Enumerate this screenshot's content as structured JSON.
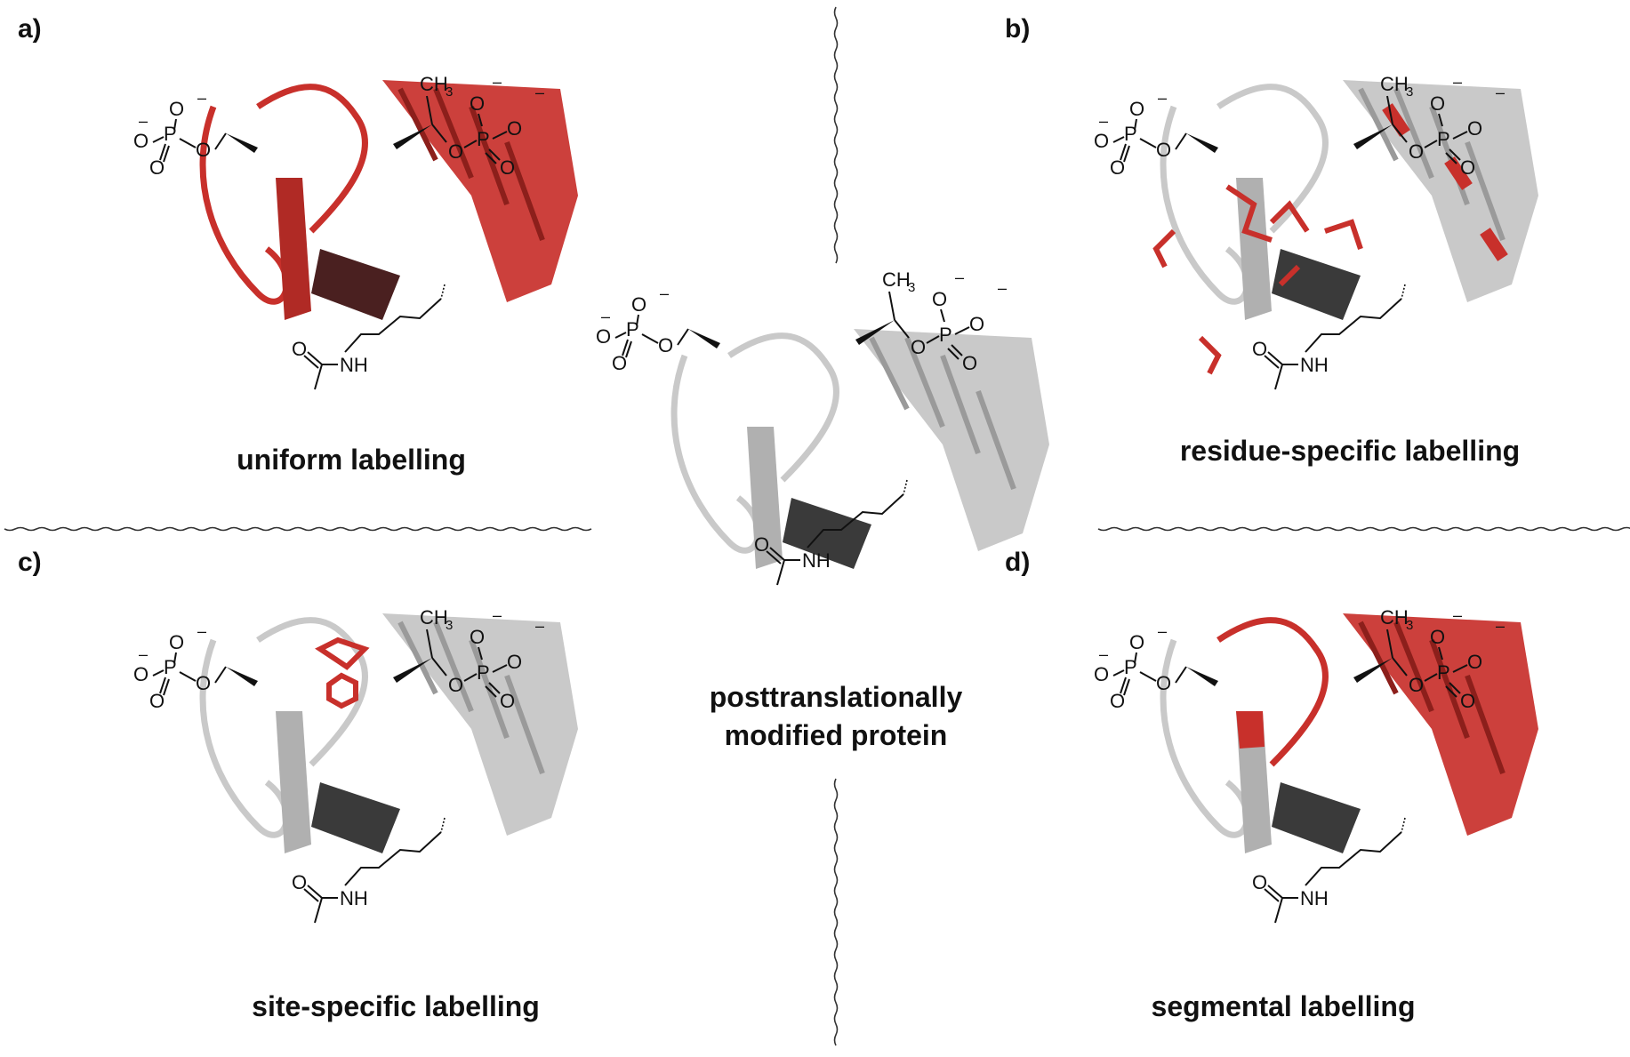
{
  "panels": {
    "a": {
      "letter": "a)",
      "caption": "uniform labelling"
    },
    "b": {
      "letter": "b)",
      "caption": "residue-specific labelling"
    },
    "c": {
      "letter": "c)",
      "caption": "site-specific labelling"
    },
    "d": {
      "letter": "d)",
      "caption": "segmental labelling"
    }
  },
  "center": {
    "caption_line1": "posttranslationally",
    "caption_line2": "modified protein"
  },
  "chem": {
    "O": "O",
    "P": "P",
    "CH": "CH",
    "sub3": "3",
    "NH": "NH",
    "charge": "–"
  },
  "colors": {
    "label": "#c8302b",
    "protein": "#c9c9c9",
    "strand_dark": "#3a3a3a",
    "line": "#111111"
  }
}
